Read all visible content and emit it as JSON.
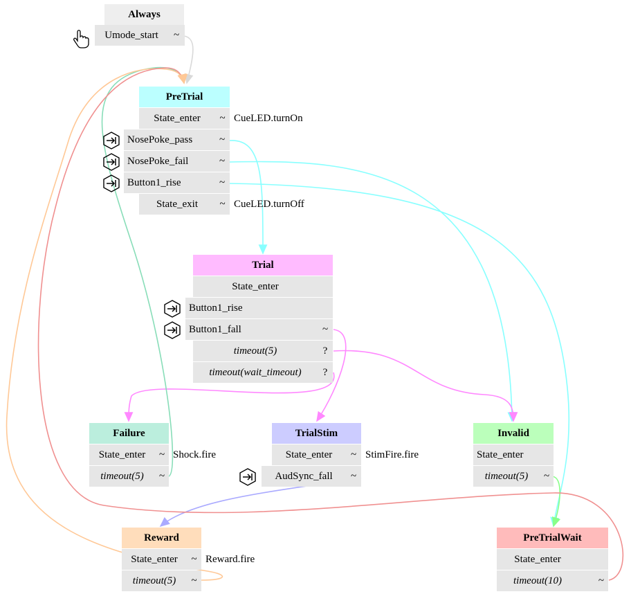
{
  "states": {
    "always": {
      "title": "Always",
      "rows": {
        "umode": "Umode_start",
        "umode_mark": "~"
      }
    },
    "pretrial": {
      "title": "PreTrial",
      "rows": {
        "enter": "State_enter",
        "enter_mark": "~",
        "enter_action": "CueLED.turnOn",
        "nosepass": "NosePoke_pass",
        "nosepass_mark": "~",
        "nosefail": "NosePoke_fail",
        "nosefail_mark": "~",
        "b1rise": "Button1_rise",
        "b1rise_mark": "~",
        "exit": "State_exit",
        "exit_mark": "~",
        "exit_action": "CueLED.turnOff"
      }
    },
    "trial": {
      "title": "Trial",
      "rows": {
        "enter": "State_enter",
        "b1rise": "Button1_rise",
        "b1fall": "Button1_fall",
        "b1fall_mark": "~",
        "to5": "timeout(5)",
        "to5_mark": "?",
        "towait": "timeout(wait_timeout)",
        "towait_mark": "?"
      }
    },
    "failure": {
      "title": "Failure",
      "rows": {
        "enter": "State_enter",
        "enter_mark": "~",
        "enter_action": "Shock.fire",
        "to5": "timeout(5)",
        "to5_mark": "~"
      }
    },
    "trialstim": {
      "title": "TrialStim",
      "rows": {
        "enter": "State_enter",
        "enter_mark": "~",
        "enter_action": "StimFire.fire",
        "aud": "AudSync_fall",
        "aud_mark": "~"
      }
    },
    "invalid": {
      "title": "Invalid",
      "rows": {
        "enter": "State_enter",
        "to5": "timeout(5)",
        "to5_mark": "~"
      }
    },
    "reward": {
      "title": "Reward",
      "rows": {
        "enter": "State_enter",
        "enter_mark": "~",
        "enter_action": "Reward.fire",
        "to5": "timeout(5)",
        "to5_mark": "~"
      }
    },
    "pretrialwait": {
      "title": "PreTrialWait",
      "rows": {
        "enter": "State_enter",
        "to10": "timeout(10)",
        "to10_mark": "~"
      }
    }
  },
  "colors": {
    "always": "#eeeeee",
    "pretrial": "#bbffff",
    "trial": "#ffbbff",
    "failure": "#bbeedd",
    "trialstim": "#ccccff",
    "invalid": "#bbffbb",
    "reward": "#ffddbb",
    "pretrialwait": "#ffbbbb",
    "cell": "#e6e6e6"
  },
  "icons": {
    "event": "enter-event-icon",
    "manual": "pointing-hand-icon"
  }
}
